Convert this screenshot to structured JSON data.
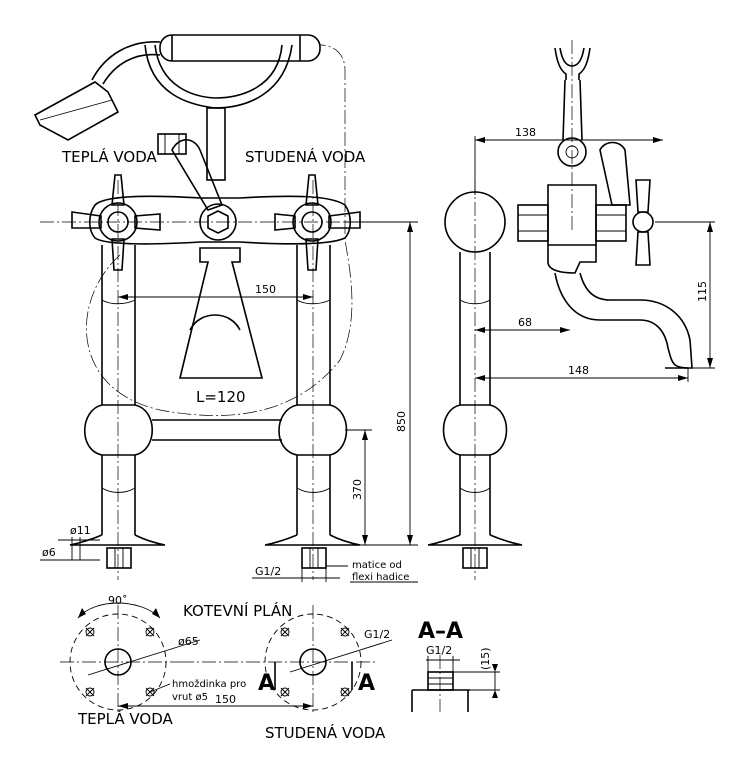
{
  "labels": {
    "hot_water_top": "TEPLÁ VODA",
    "cold_water_top": "STUDENÁ VODA",
    "hose_length": "L=120",
    "anchor_plan_title": "KOTEVNÍ PLÁN",
    "hot_water_bottom": "TEPLÁ VODA",
    "cold_water_bottom": "STUDENÁ VODA",
    "section_title": "A–A",
    "section_mark_left": "A",
    "section_mark_right": "A",
    "nut_note_line1": "matice od",
    "nut_note_line2": "flexi hadice",
    "dowel_note_line1": "hmoždinka pro",
    "dowel_note_line2": "vrut ø5"
  },
  "dimensions": {
    "front_spacing": "150",
    "height_total": "850",
    "height_lower": "370",
    "dia_11": "ø11",
    "dia_6": "ø6",
    "thread_front": "G1/2",
    "side_width": "138",
    "side_spout_reach": "148",
    "side_offset": "68",
    "side_height": "115",
    "plan_angle": "90˚",
    "plan_dia": "ø65",
    "plan_thread": "G1/2",
    "plan_spacing": "150",
    "section_thread": "G1/2",
    "section_depth": "(15)"
  }
}
